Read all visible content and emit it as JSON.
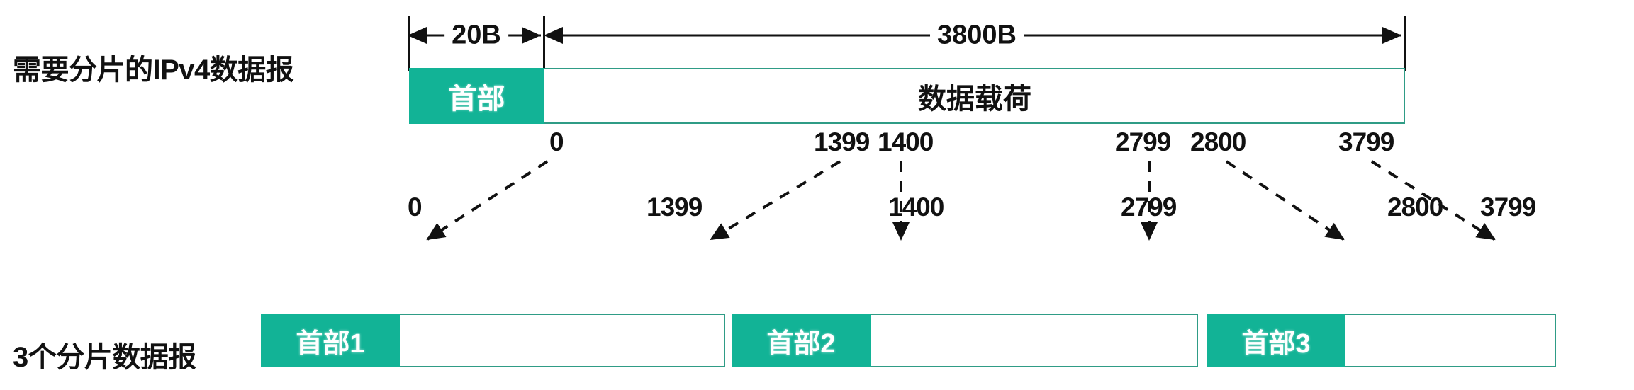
{
  "labels": {
    "top_row": "需要分片的IPv4数据报",
    "bottom_row": "3个分片数据报"
  },
  "original_datagram": {
    "header_label": "首部",
    "payload_label": "数据载荷",
    "header_size_label": "20B",
    "payload_size_label": "3800B"
  },
  "payload_offsets": {
    "o0": "0",
    "o1399": "1399",
    "o1400": "1400",
    "o2799": "2799",
    "o2800": "2800",
    "o3799": "3799"
  },
  "fragments": [
    {
      "header_label": "首部1",
      "start": "0",
      "end": "1399"
    },
    {
      "header_label": "首部2",
      "start": "1400",
      "end": "2799"
    },
    {
      "header_label": "首部3",
      "start": "2800",
      "end": "3799"
    }
  ],
  "colors": {
    "header_fill": "#12b396",
    "box_border": "#2f9c86",
    "line": "#111111",
    "text": "#111111"
  }
}
